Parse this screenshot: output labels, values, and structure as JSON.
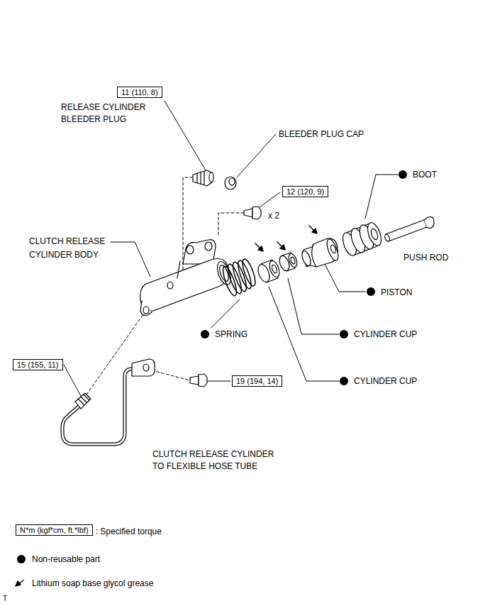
{
  "diagram": {
    "nodes": [
      {
        "text": [
          "11 (110, 8)"
        ]
      },
      {
        "text": [
          "12 (120, 9)"
        ]
      },
      {
        "text": [
          "15 (155, 11)"
        ]
      },
      {
        "text": [
          "19 (194, 14)"
        ]
      },
      {
        "text": [
          "N*m (kgf*cm, ft.*lbf)"
        ]
      }
    ],
    "labels": [
      "RELEASE CYLINDER BLEEDER PLUG",
      "BLEEDER PLUG CAP",
      "x 2",
      "BOOT",
      "CLUTCH RELEASE CYLINDER BODY",
      "PUSH ROD",
      "PISTON",
      "SPRING",
      "CYLINDER CUP",
      "CYLINDER CUP",
      "CLUTCH RELEASE CYLINDER TO FLEXIBLE HOSE TUBE",
      "T"
    ],
    "legend": [
      {
        "text": ": Specified torque"
      },
      {
        "text": "Non-reusable part"
      },
      {
        "text": "Lithium soap base glycol grease"
      }
    ]
  }
}
